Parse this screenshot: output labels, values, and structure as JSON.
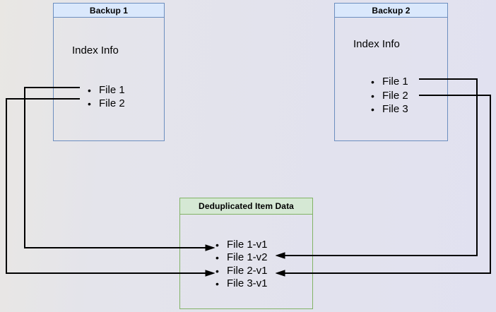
{
  "diagram": {
    "bullet": "•",
    "backup1": {
      "title": "Backup 1",
      "label": "Index Info",
      "files": [
        "File 1",
        "File 2"
      ]
    },
    "backup2": {
      "title": "Backup 2",
      "label": "Index Info",
      "files": [
        "File 1",
        "File 2",
        "File 3"
      ]
    },
    "dedup": {
      "title": "Deduplicated Item Data",
      "items": [
        "File 1-v1",
        "File 1-v2",
        "File 2-v1",
        "File 3-v1"
      ]
    },
    "connections": [
      {
        "from": "Backup 1 / File 1",
        "to": "File 1-v1"
      },
      {
        "from": "Backup 1 / File 2",
        "to": "File 2-v1"
      },
      {
        "from": "Backup 2 / File 1",
        "to": "File 1-v2"
      },
      {
        "from": "Backup 2 / File 2",
        "to": "File 2-v1"
      }
    ]
  },
  "colors": {
    "blue-fill": "#dae8fc",
    "blue-border": "#6c8ebf",
    "green-fill": "#d5e8d4",
    "green-border": "#82b366",
    "arrow": "#000000",
    "bg-left": "#e9e7e3",
    "bg-right": "#e1e1f0",
    "text": "#000000"
  }
}
